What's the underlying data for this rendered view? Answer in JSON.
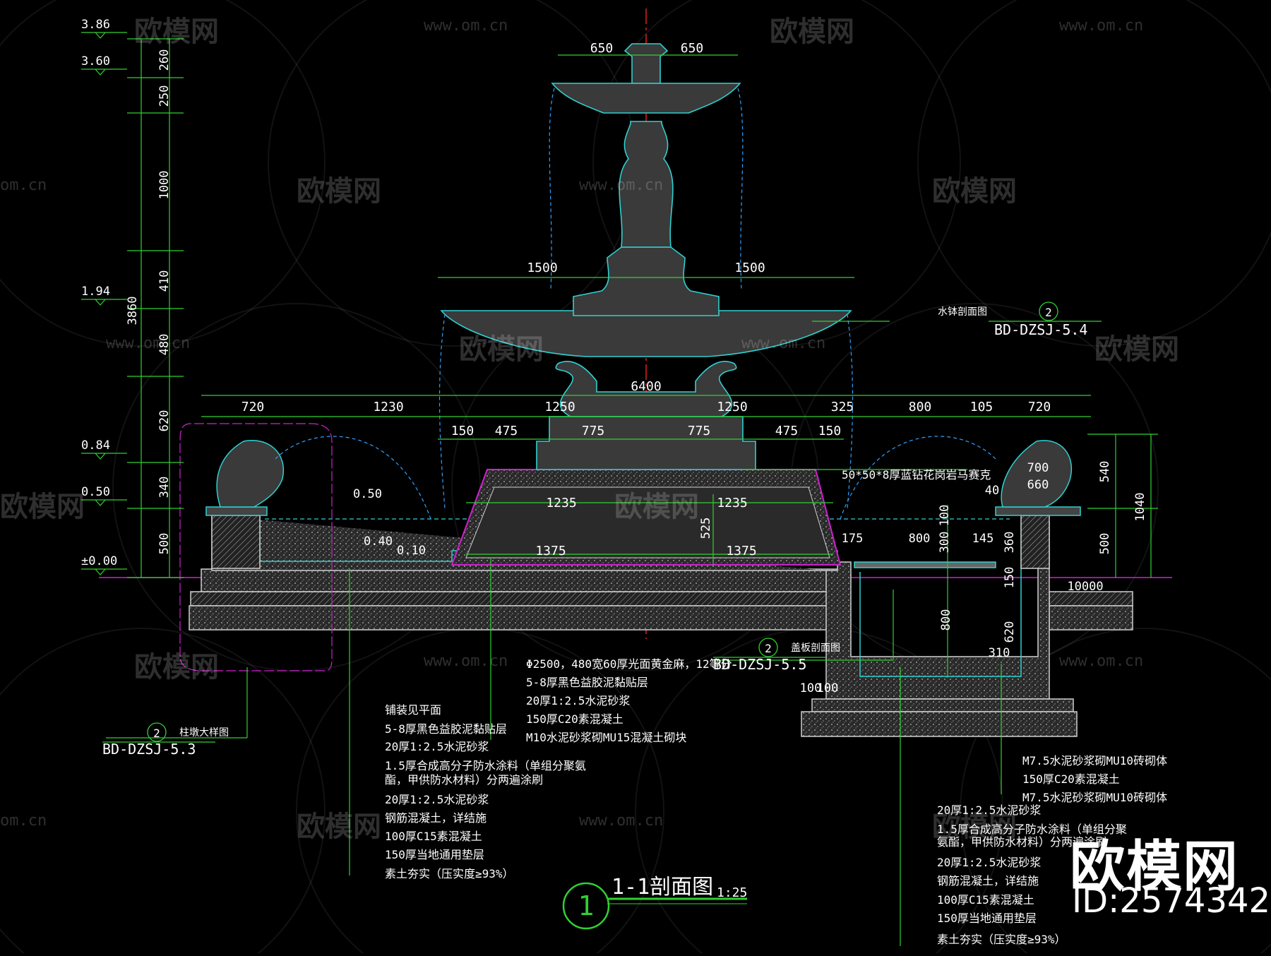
{
  "drawing": {
    "title": "1-1剖面图",
    "scale": "1:25",
    "section_number": "1"
  },
  "elevations": [
    "3.86",
    "3.60",
    "1.94",
    "0.84",
    "0.50",
    "±0.00"
  ],
  "inner_elevations": [
    "0.50",
    "0.40",
    "0.10"
  ],
  "vertical_dims": [
    "260",
    "250",
    "1000",
    "410",
    "480",
    "620",
    "340",
    "500",
    "3860"
  ],
  "right_dims": [
    "540",
    "500",
    "1040"
  ],
  "top_dims": [
    "650",
    "650",
    "1500",
    "1500",
    "6400"
  ],
  "row1_dims": [
    "720",
    "1230",
    "1250",
    "1250",
    "325",
    "800",
    "105",
    "720"
  ],
  "row2_dims": [
    "150",
    "475",
    "775",
    "775",
    "475",
    "150"
  ],
  "inner_dims": [
    "1235",
    "1235",
    "1375",
    "1375",
    "525"
  ],
  "basin_dims": [
    "175",
    "800",
    "145",
    "100",
    "300",
    "360",
    "150",
    "620",
    "800",
    "310",
    "100",
    "100",
    "10000",
    "700",
    "660",
    "40"
  ],
  "stone_note": "50*50*8厚蓝钻花岗岩马赛克",
  "refs": [
    {
      "label": "水钵剖面图",
      "num": "2",
      "code": "BD-DZSJ-5.4"
    },
    {
      "label": "盖板剖面图",
      "num": "2",
      "code": "BD-DZSJ-5.5"
    },
    {
      "label": "柱墩大样图",
      "num": "2",
      "code": "BD-DZSJ-5.3"
    }
  ],
  "notes_center": [
    "Φ2500，480宽60厚光面黄金麻，12等分",
    "5-8厚黑色益胶泥黏贴层",
    "20厚1:2.5水泥砂浆",
    "150厚C20素混凝土",
    "M10水泥砂浆砌MU15混凝土砌块"
  ],
  "notes_left": [
    "铺装见平面",
    "5-8厚黑色益胶泥黏贴层",
    "20厚1:2.5水泥砂浆",
    "1.5厚合成高分子防水涂料（单组分聚氨",
    "酯，甲供防水材料）分两遍涂刷",
    "20厚1:2.5水泥砂浆",
    "钢筋混凝土，详结施",
    "100厚C15素混凝土",
    "150厚当地通用垫层",
    "素土夯实（压实度≥93%）"
  ],
  "notes_right_top": [
    "M7.5水泥砂浆砌MU10砖砌体",
    "150厚C20素混凝土",
    "M7.5水泥砂浆砌MU10砖砌体"
  ],
  "notes_right_bottom": [
    "20厚1:2.5水泥砂浆",
    "1.5厚合成高分子防水涂料（单组分聚",
    "氨酯，甲供防水材料）分两遍涂刷",
    "20厚1:2.5水泥砂浆",
    "钢筋混凝土，详结施",
    "100厚C15素混凝土",
    "150厚当地通用垫层",
    "素土夯实（压实度≥93%）"
  ],
  "watermark": {
    "brand": "欧模网",
    "url": "www.om.cn",
    "short": "om.cn",
    "id": "ID:2574342"
  }
}
